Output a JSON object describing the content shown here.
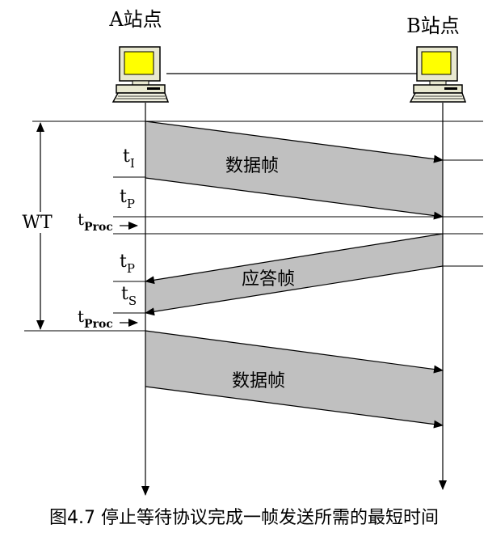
{
  "stations": {
    "a": "A站点",
    "b": "B站点"
  },
  "frames": {
    "data_1": "数据帧",
    "ack": "应答帧",
    "data_2": "数据帧"
  },
  "labels": {
    "wt": "WT",
    "t": "t",
    "sub_i": "I",
    "sub_p": "P",
    "sub_proc": "Proc",
    "sub_s": "S"
  },
  "caption": "图4.7 停止等待协议完成一帧发送所需的最短时间",
  "colors": {
    "frame_fill": "#c0c0c0",
    "computer_body": "#e8e8d0",
    "screen": "#ffff00"
  }
}
